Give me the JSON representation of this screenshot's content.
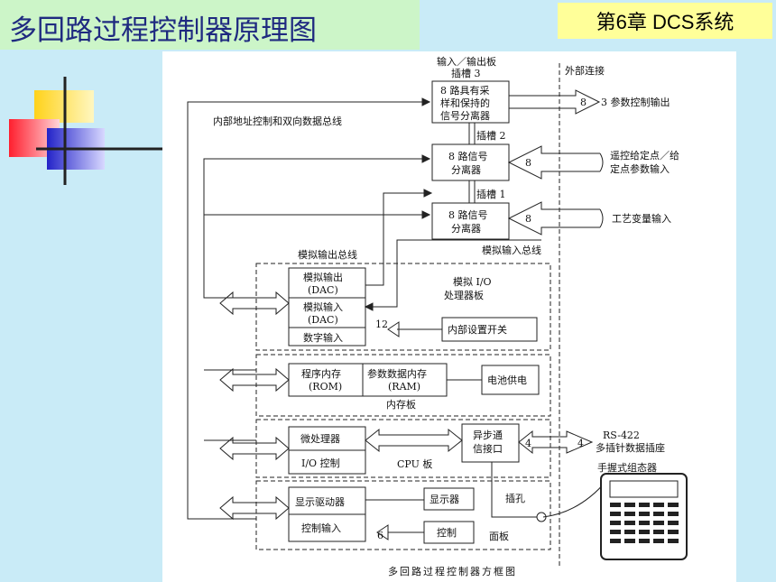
{
  "slide": {
    "title": "多回路过程控制器原理图",
    "chapter": "第6章 DCS系统"
  },
  "diagram": {
    "slot3_header": "输入／输出板",
    "slot3_label": "插槽 3",
    "slot2_label": "插槽 2",
    "slot1_label": "插槽 1",
    "external": "外部连接",
    "box_sample_hold": [
      "8 路具有采",
      "样和保持的",
      "信号分离器"
    ],
    "box_sig2": [
      "8 路信号",
      "分离器"
    ],
    "box_sig1": [
      "8 路信号",
      "分离器"
    ],
    "out_num_top": "8",
    "out_label_top": "3  参数控制输出",
    "in_num_mid": "8",
    "in_label_mid": [
      "遥控给定点／给",
      "定点参数输入"
    ],
    "in_num_low": "8",
    "in_label_low": "工艺变量输入",
    "internal_bus": "内部地址控制和双向数据总线",
    "analog_out_bus": "模拟输出总线",
    "analog_in_bus": "模拟输入总线",
    "dac_out": [
      "模拟输出",
      "(DAC)"
    ],
    "dac_in": [
      "模拟输入",
      "(DAC)"
    ],
    "digital_in": "数字输入",
    "io_board": [
      "模拟 I/O",
      "处理器板"
    ],
    "num_12": "12",
    "internal_switch": "内部设置开关",
    "rom": [
      "程序内存",
      "(ROM)"
    ],
    "ram": [
      "参数数据内存",
      "(RAM)"
    ],
    "battery": "电池供电",
    "mem_board": "内存板",
    "microprocessor": "微处理器",
    "io_control": "I/O 控制",
    "cpu_board": "CPU 板",
    "async_comm": [
      "异步通",
      "信接口"
    ],
    "num_4a": "4",
    "num_4b": "4",
    "rs422": "RS-422",
    "rs422_desc": "多插针数据插座",
    "handheld": "手握式组态器",
    "socket": "插孔",
    "display_driver": "显示驱动器",
    "display": "显示器",
    "control_input": "控制输入",
    "num_6": "6",
    "control": "控制",
    "panel": "面板",
    "caption": "多回路过程控制器方框图"
  }
}
